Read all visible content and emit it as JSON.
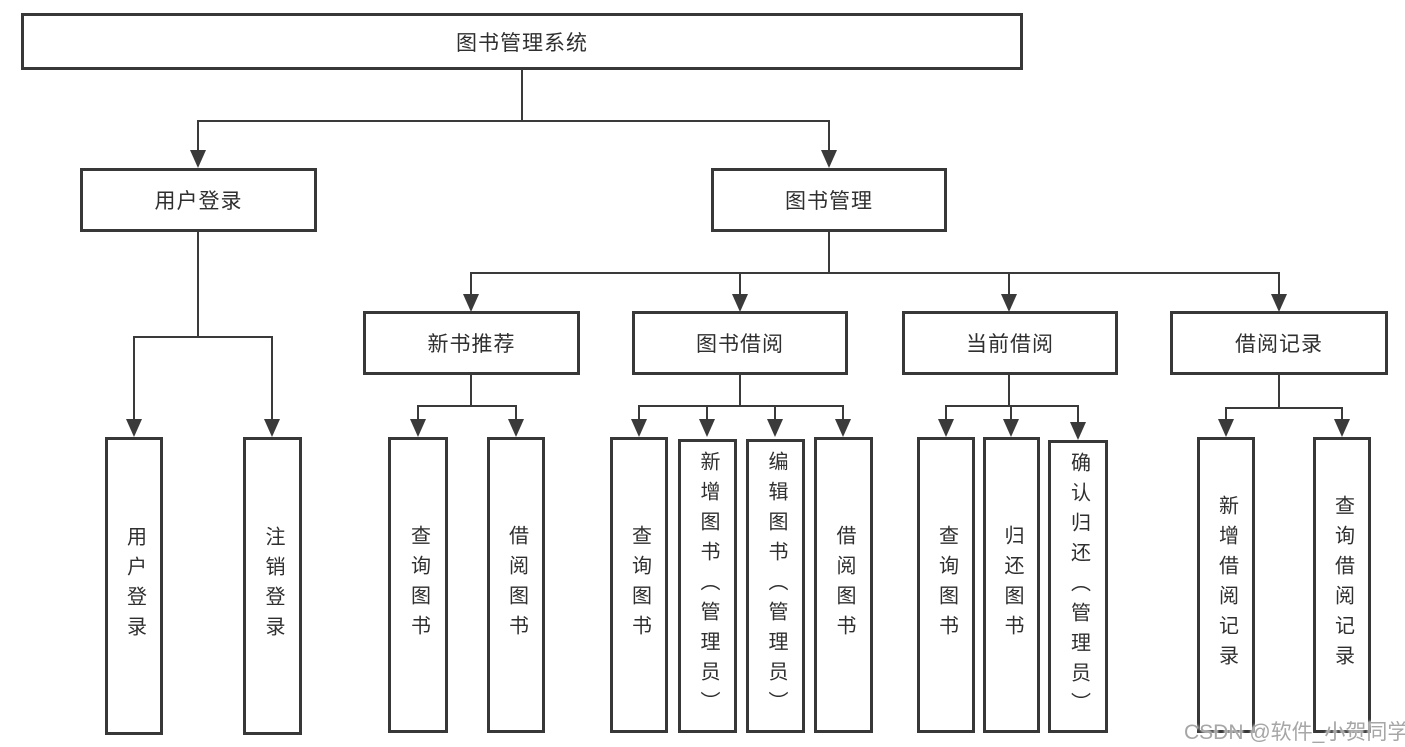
{
  "diagram": {
    "title": "图书管理系统",
    "root": {
      "label": "图书管理系统"
    },
    "level2": [
      {
        "id": "user-login",
        "label": "用户登录"
      },
      {
        "id": "book-management",
        "label": "图书管理"
      }
    ],
    "level3": [
      {
        "id": "new-book-recommend",
        "label": "新书推荐",
        "parent": "图书管理"
      },
      {
        "id": "book-borrowing",
        "label": "图书借阅",
        "parent": "图书管理"
      },
      {
        "id": "current-borrowing",
        "label": "当前借阅",
        "parent": "图书管理"
      },
      {
        "id": "borrowing-records",
        "label": "借阅记录",
        "parent": "图书管理"
      }
    ],
    "leaves": [
      {
        "label": "用户登录",
        "parent": "用户登录"
      },
      {
        "label": "注销登录",
        "parent": "用户登录"
      },
      {
        "label": "查询图书",
        "parent": "新书推荐"
      },
      {
        "label": "借阅图书",
        "parent": "新书推荐"
      },
      {
        "label": "查询图书",
        "parent": "图书借阅"
      },
      {
        "label": "新增图书（管理员）",
        "parent": "图书借阅"
      },
      {
        "label": "编辑图书（管理员）",
        "parent": "图书借阅"
      },
      {
        "label": "借阅图书",
        "parent": "图书借阅"
      },
      {
        "label": "查询图书",
        "parent": "当前借阅"
      },
      {
        "label": "归还图书",
        "parent": "当前借阅"
      },
      {
        "label": "确认归还（管理员）",
        "parent": "当前借阅"
      },
      {
        "label": "新增借阅记录",
        "parent": "借阅记录"
      },
      {
        "label": "查询借阅记录",
        "parent": "借阅记录"
      }
    ]
  },
  "watermark": {
    "text": "CSDN @软件_小贺同学"
  },
  "colors": {
    "line": "#3a3a3a",
    "border": "#383838",
    "text": "#2f2f2f",
    "background": "#ffffff",
    "watermark": "#a6a6a6"
  }
}
